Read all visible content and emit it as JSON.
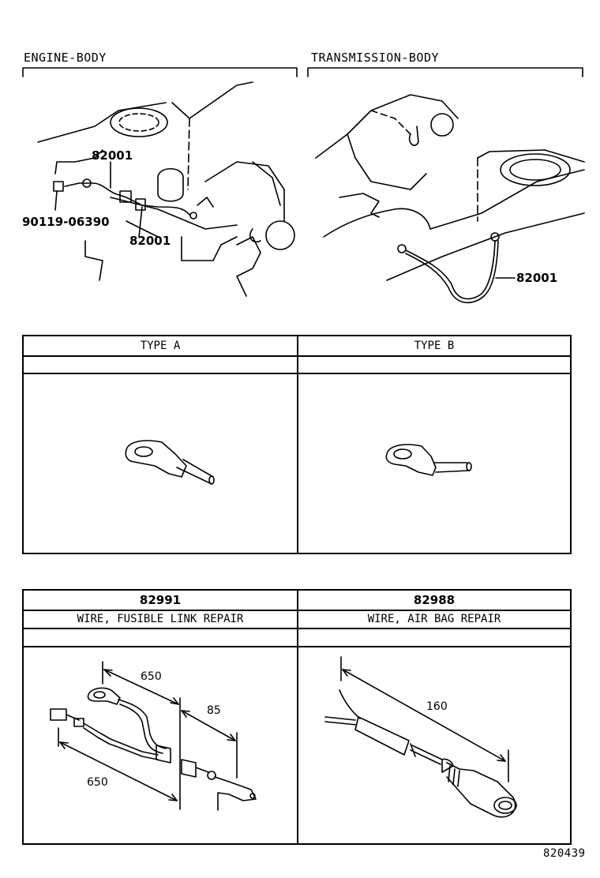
{
  "sections": {
    "engine_body": "ENGINE-BODY",
    "transmission_body": "TRANSMISSION-BODY"
  },
  "engine_callouts": {
    "top": "82001",
    "bolt": "90119-06390",
    "bottom": "82001"
  },
  "transmission_callouts": {
    "strap": "82001"
  },
  "type_table": {
    "type_a": "TYPE A",
    "type_b": "TYPE B"
  },
  "parts_table": {
    "left_part_no": "82991",
    "left_desc": "WIRE, FUSIBLE LINK REPAIR",
    "right_part_no": "82988",
    "right_desc": "WIRE, AIR BAG REPAIR"
  },
  "dimensions": {
    "left_upper": "650",
    "left_side": "85",
    "left_lower": "650",
    "right": "160"
  },
  "drawing_number": "820439"
}
